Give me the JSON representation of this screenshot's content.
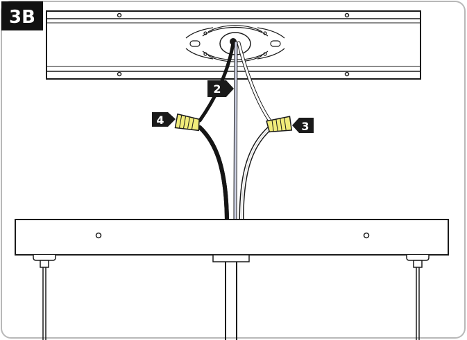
{
  "step_badge": {
    "text": "3B",
    "bg_color": "#111111",
    "text_color": "#ffffff"
  },
  "callouts": [
    {
      "id": "2",
      "text": "2"
    },
    {
      "id": "3",
      "text": "3"
    },
    {
      "id": "4",
      "text": "4"
    }
  ],
  "colors": {
    "frame_border": "#b8b8b8",
    "line": "#1a1a1a",
    "wire_black": "#151515",
    "wire_white": "#ffffff",
    "wire_ground": "#cfd3e6",
    "wire_nut": "#f1ec7a",
    "callout_bg": "#1a1a1a"
  }
}
